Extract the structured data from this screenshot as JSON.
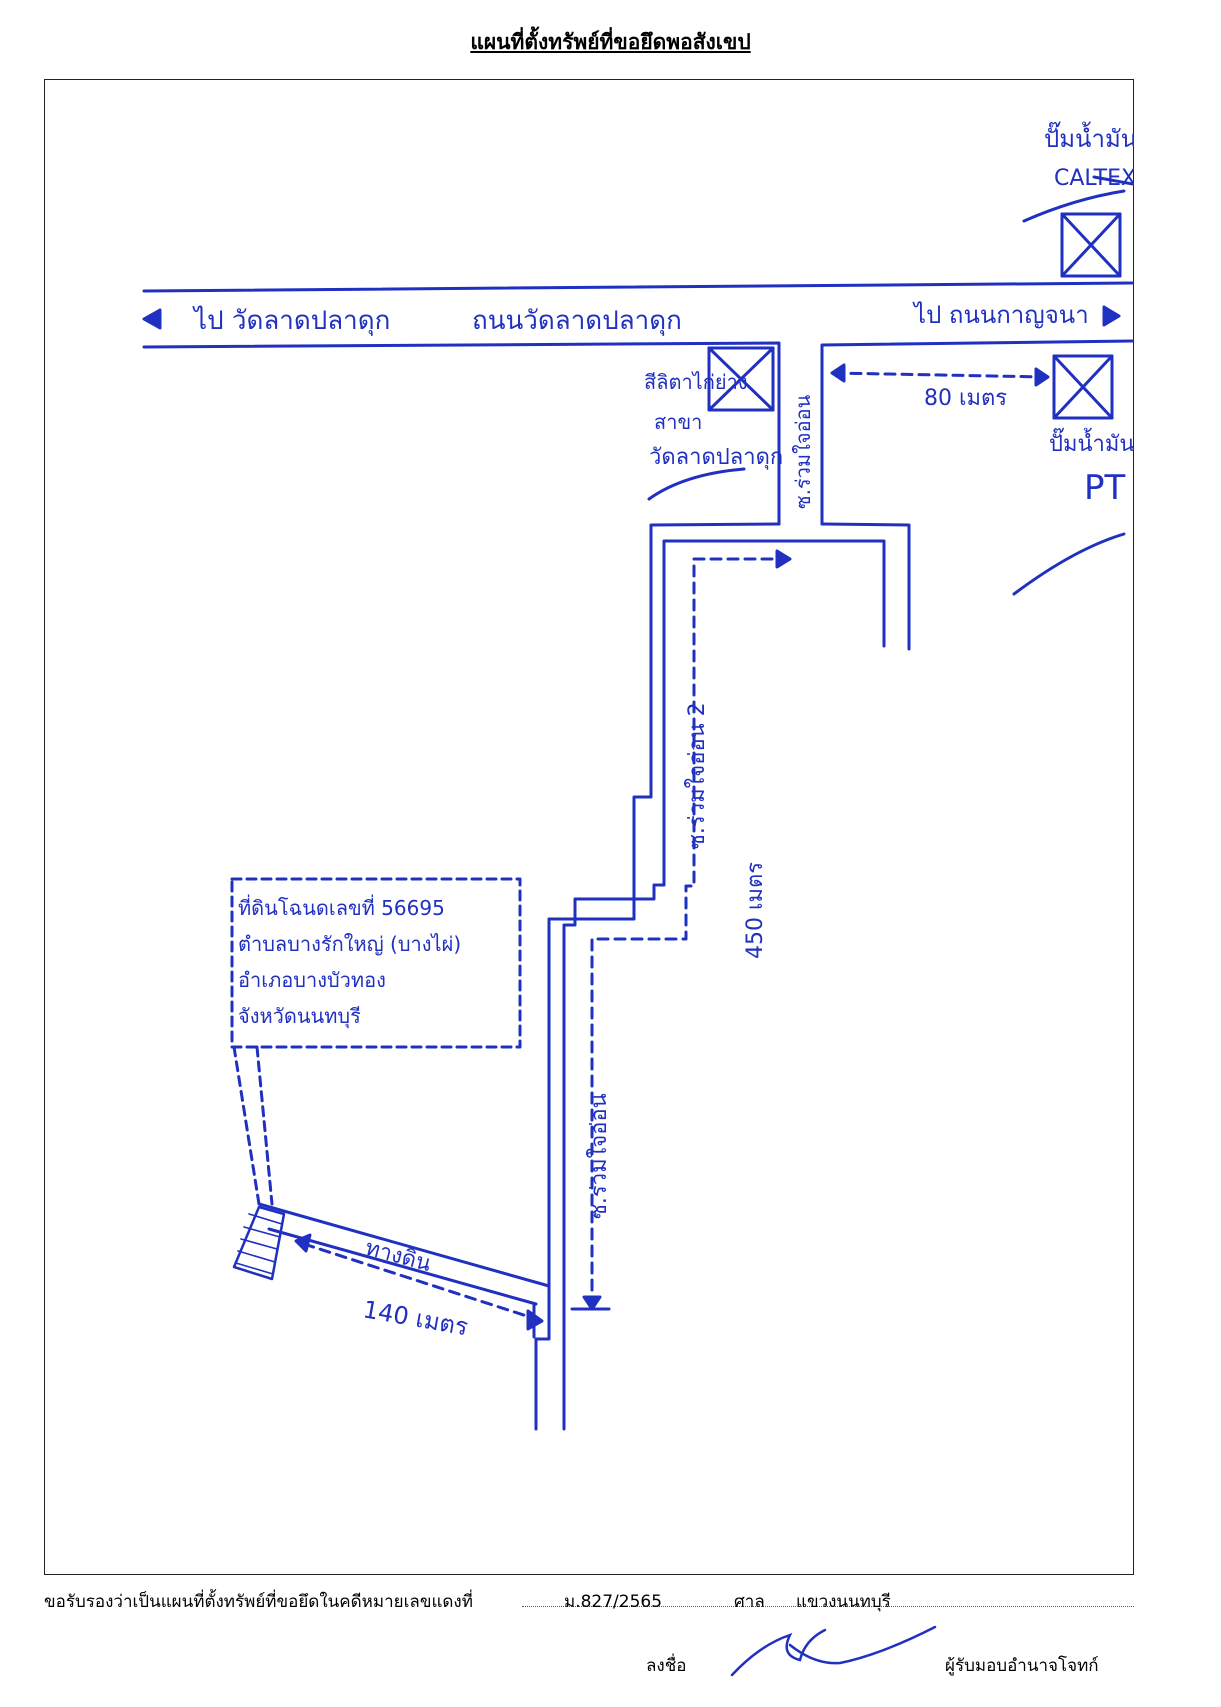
{
  "title": "แผนที่ตั้งทรัพย์ที่ขอยึดพอสังเขป",
  "map": {
    "main_road_left": "ไป วัดลาดปลาดุก",
    "main_road_name": "ถนนวัดลาดปลาดุก",
    "main_road_right": "ไป ถนนกาญจนา",
    "gas_station_top": "ปั๊มน้ำมัน",
    "gas_station_top_brand": "CALTEX",
    "shop_line1": "สีลิตาไก่ย่าง",
    "shop_line2": "สาขา",
    "shop_line3": "วัดลาดปลาดุก",
    "gas_station_right": "ปั๊มน้ำมัน",
    "gas_station_right_brand": "PT",
    "distance_80": "80 เมตร",
    "soi_top": "ซ.ร่วมใจอ่อน",
    "soi_middle": "ซ.ร่วมใจอ่อน 2",
    "soi_lower": "ซ.ร่วมใจอ่อน",
    "distance_450": "450 เมตร",
    "distance_140": "140 เมตร",
    "path_label": "ทางดิน",
    "property_line1": "ที่ดินโฉนดเลขที่ 56695",
    "property_line2": "ตำบลบางรักใหญ่ (บางไผ่)",
    "property_line3": "อำเภอบางบัวทอง",
    "property_line4": "จังหวัดนนทบุรี"
  },
  "footer": {
    "certify_text": "ขอรับรองว่าเป็นแผนที่ตั้งทรัพย์ที่ขอยึดในคดีหมายเลขแดงที่",
    "case_number": "ม.827/2565",
    "court_label": "ศาล",
    "court_name": "แขวงนนทบุรี",
    "sign_label": "ลงชื่อ",
    "signer_role": "ผู้รับมอบอำนาจโจทก์"
  },
  "colors": {
    "ink": "#2030c0",
    "text": "#000000"
  }
}
